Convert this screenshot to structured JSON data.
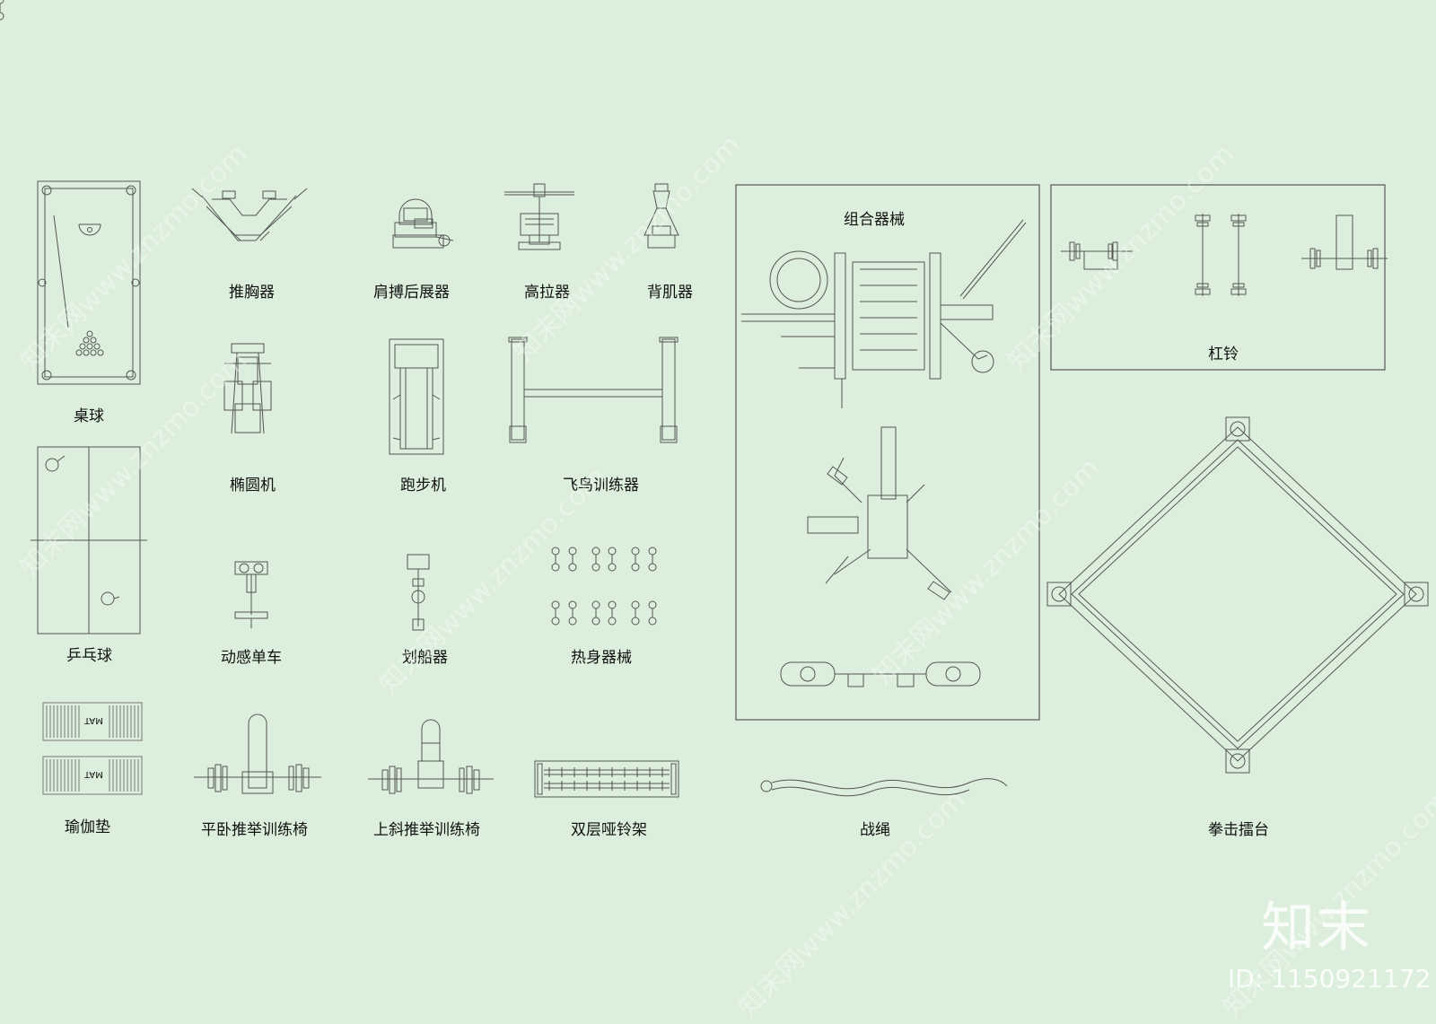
{
  "labels": {
    "billiards": "桌球",
    "chest_press": "推胸器",
    "shoulder": "肩搏后展器",
    "lat_pull": "高拉器",
    "back": "背肌器",
    "elliptical": "椭圆机",
    "treadmill": "跑步机",
    "fly": "飞鸟训练器",
    "table_tennis": "乒乓球",
    "spin_bike": "动感单车",
    "rower": "划船器",
    "warmup": "热身器械",
    "yoga_mat": "瑜伽垫",
    "flat_bench": "平卧推举训练椅",
    "incline_bench": "上斜推举训练椅",
    "dumbbell_rack": "双层哑铃架",
    "battle_rope": "战绳",
    "boxing_ring": "拳击擂台",
    "combo": "组合器械",
    "barbell": "杠铃",
    "mat_text": "MAT"
  },
  "watermark": {
    "brand": "知末",
    "id": "ID: 1150921172",
    "diagonal": "知末网www.znzmo.com"
  },
  "colors": {
    "background": "#dcefdc",
    "line": "#555555"
  }
}
